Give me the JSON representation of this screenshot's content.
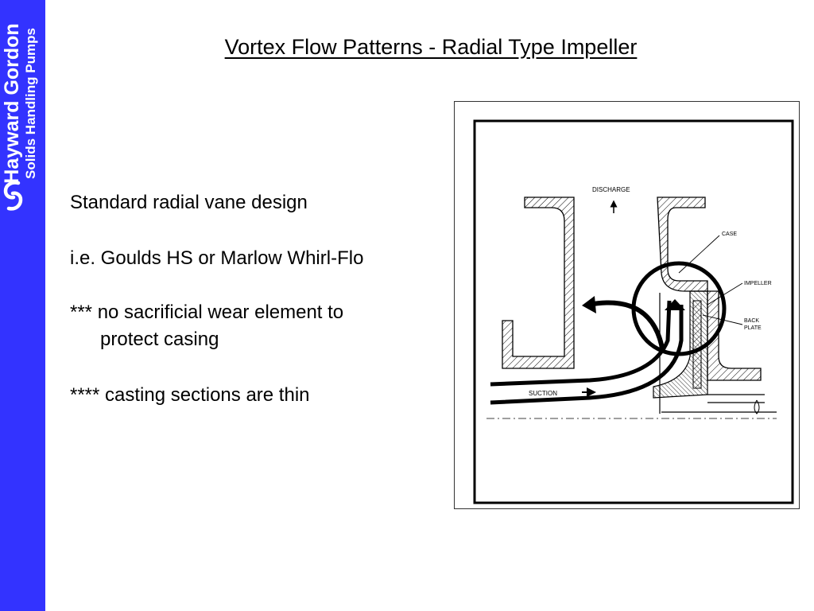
{
  "brand": {
    "name": "Hayward Gordon",
    "tagline": "Solids Handling Pumps",
    "logo_icon": "hg-logo-icon",
    "color": "#3333ff"
  },
  "slide": {
    "title": "Vortex Flow Patterns - Radial Type Impeller",
    "bullets": [
      "Standard radial vane design",
      "i.e. Goulds HS or Marlow Whirl-Flo",
      "*** no sacrificial wear element to",
      "protect casing",
      "**** casting sections are thin"
    ]
  },
  "figure": {
    "labels": {
      "discharge": "DISCHARGE",
      "case": "CASE",
      "impeller": "IMPELLER",
      "back": "BACK",
      "plate": "PLATE",
      "suction": "SUCTION"
    }
  }
}
